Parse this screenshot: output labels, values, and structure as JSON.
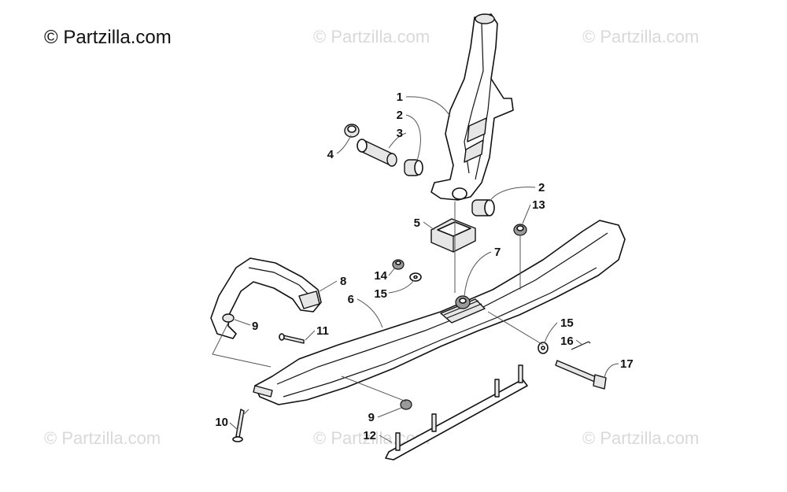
{
  "watermarks": {
    "brand": "© Partzilla.com",
    "faint": [
      "© Partzilla.com",
      "© Partzilla.com",
      "© Partzilla.com",
      "© Partzilla.com",
      "© Partzilla.com"
    ]
  },
  "callouts": [
    {
      "id": "c1",
      "label": "1"
    },
    {
      "id": "c2a",
      "label": "2"
    },
    {
      "id": "c3",
      "label": "3"
    },
    {
      "id": "c4",
      "label": "4"
    },
    {
      "id": "c2b",
      "label": "2"
    },
    {
      "id": "c5",
      "label": "5"
    },
    {
      "id": "c13",
      "label": "13"
    },
    {
      "id": "c7",
      "label": "7"
    },
    {
      "id": "c14",
      "label": "14"
    },
    {
      "id": "c15a",
      "label": "15"
    },
    {
      "id": "c8",
      "label": "8"
    },
    {
      "id": "c6",
      "label": "6"
    },
    {
      "id": "c9a",
      "label": "9"
    },
    {
      "id": "c11",
      "label": "11"
    },
    {
      "id": "c15b",
      "label": "15"
    },
    {
      "id": "c16",
      "label": "16"
    },
    {
      "id": "c17",
      "label": "17"
    },
    {
      "id": "c10",
      "label": "10"
    },
    {
      "id": "c9b",
      "label": "9"
    },
    {
      "id": "c12",
      "label": "12"
    }
  ]
}
